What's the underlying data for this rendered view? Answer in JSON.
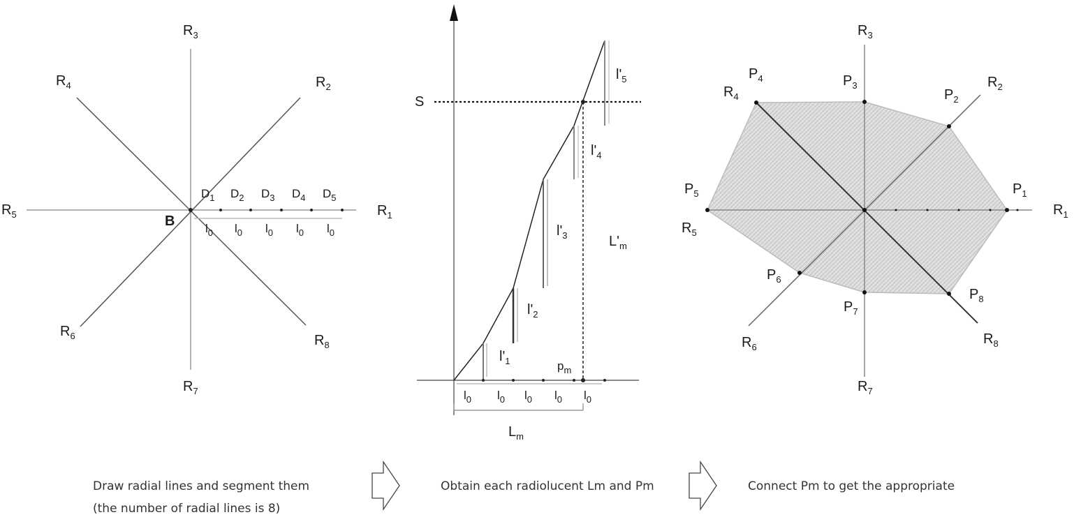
{
  "panel1": {
    "rays": [
      {
        "base": "R",
        "sub": "1"
      },
      {
        "base": "R",
        "sub": "2"
      },
      {
        "base": "R",
        "sub": "3"
      },
      {
        "base": "R",
        "sub": "4"
      },
      {
        "base": "R",
        "sub": "5"
      },
      {
        "base": "R",
        "sub": "6"
      },
      {
        "base": "R",
        "sub": "7"
      },
      {
        "base": "R",
        "sub": "8"
      }
    ],
    "center_label": "B",
    "division_points": [
      {
        "base": "D",
        "sub": "1"
      },
      {
        "base": "D",
        "sub": "2"
      },
      {
        "base": "D",
        "sub": "3"
      },
      {
        "base": "D",
        "sub": "4"
      },
      {
        "base": "D",
        "sub": "5"
      }
    ],
    "segment": {
      "base": "l",
      "sub": "0"
    }
  },
  "panel2": {
    "s_label": "S",
    "increments": [
      {
        "base": "l'",
        "sub": "1"
      },
      {
        "base": "l'",
        "sub": "2"
      },
      {
        "base": "l'",
        "sub": "3"
      },
      {
        "base": "l'",
        "sub": "4"
      },
      {
        "base": "l'",
        "sub": "5"
      }
    ],
    "lm_prime": {
      "base": "L'",
      "sub": "m"
    },
    "pm": {
      "base": "p",
      "sub": "m"
    },
    "segment": {
      "base": "l",
      "sub": "0"
    },
    "lm": {
      "base": "L",
      "sub": "m"
    }
  },
  "panel3": {
    "rays": [
      {
        "base": "R",
        "sub": "1"
      },
      {
        "base": "R",
        "sub": "2"
      },
      {
        "base": "R",
        "sub": "3"
      },
      {
        "base": "R",
        "sub": "4"
      },
      {
        "base": "R",
        "sub": "5"
      },
      {
        "base": "R",
        "sub": "6"
      },
      {
        "base": "R",
        "sub": "7"
      },
      {
        "base": "R",
        "sub": "8"
      }
    ],
    "points": [
      {
        "base": "P",
        "sub": "1"
      },
      {
        "base": "P",
        "sub": "2"
      },
      {
        "base": "P",
        "sub": "3"
      },
      {
        "base": "P",
        "sub": "4"
      },
      {
        "base": "P",
        "sub": "5"
      },
      {
        "base": "P",
        "sub": "6"
      },
      {
        "base": "P",
        "sub": "7"
      },
      {
        "base": "P",
        "sub": "8"
      }
    ]
  },
  "captions": {
    "step1_line1": "Draw radial lines and segment them",
    "step1_line2": "(the number of radial lines is 8)",
    "step2": "Obtain each radiolucent Lm and Pm",
    "step3": "Connect Pm to get the appropriate"
  }
}
